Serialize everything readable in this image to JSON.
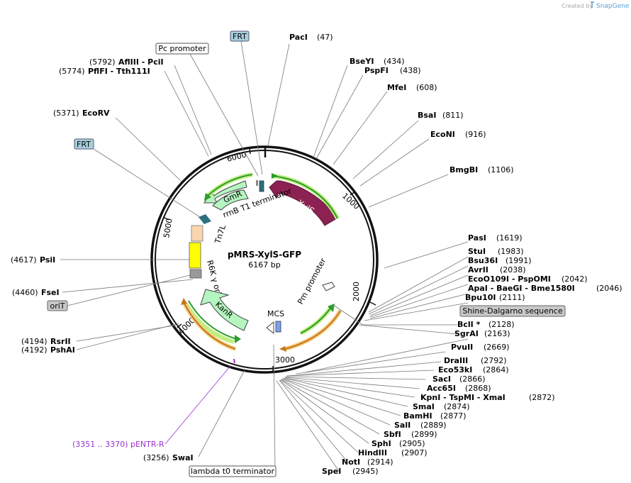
{
  "credit": {
    "text": "Created by",
    "brand": "SnapGene"
  },
  "plasmid": {
    "name": "pMRS-XylS-GFP",
    "size": "6167 bp"
  },
  "ticks": [
    "1000",
    "2000",
    "3000",
    "4000",
    "5000",
    "6000"
  ],
  "sites": [
    {
      "name": "PacI",
      "pos": "(47)"
    },
    {
      "name": "BseYI",
      "pos": "(434)"
    },
    {
      "name": "PspFI",
      "pos": "(438)"
    },
    {
      "name": "MfeI",
      "pos": "(608)"
    },
    {
      "name": "BsaI",
      "pos": "(811)"
    },
    {
      "name": "EcoNI",
      "pos": "(916)"
    },
    {
      "name": "BmgBI",
      "pos": "(1106)"
    },
    {
      "name": "PasI",
      "pos": "(1619)"
    },
    {
      "name": "StuI",
      "pos": "(1983)"
    },
    {
      "name": "Bsu36I",
      "pos": "(1991)"
    },
    {
      "name": "AvrII",
      "pos": "(2038)"
    },
    {
      "name": "EcoO109I - PspOMI",
      "pos": "(2042)"
    },
    {
      "name": "ApaI - BaeGI - Bme1580I",
      "pos": "(2046)"
    },
    {
      "name": "Bpu10I",
      "pos": "(2111)"
    },
    {
      "name": "BclI *",
      "pos": "(2128)"
    },
    {
      "name": "SgrAI",
      "pos": "(2163)"
    },
    {
      "name": "PvuII",
      "pos": "(2669)"
    },
    {
      "name": "DraIII",
      "pos": "(2792)"
    },
    {
      "name": "Eco53kI",
      "pos": "(2864)"
    },
    {
      "name": "SacI",
      "pos": "(2866)"
    },
    {
      "name": "Acc65I",
      "pos": "(2868)"
    },
    {
      "name": "KpnI - TspMI - XmaI",
      "pos": "(2872)"
    },
    {
      "name": "SmaI",
      "pos": "(2874)"
    },
    {
      "name": "BamHI",
      "pos": "(2877)"
    },
    {
      "name": "SalI",
      "pos": "(2889)"
    },
    {
      "name": "SbfI",
      "pos": "(2899)"
    },
    {
      "name": "SphI",
      "pos": "(2905)"
    },
    {
      "name": "HindIII",
      "pos": "(2907)"
    },
    {
      "name": "NotI",
      "pos": "(2914)"
    },
    {
      "name": "SpeI",
      "pos": "(2945)"
    },
    {
      "name": "SwaI",
      "pos": "(3256)"
    },
    {
      "name": "RsrII",
      "pos": "(4194)"
    },
    {
      "name": "PshAI",
      "pos": "(4192)"
    },
    {
      "name": "FseI",
      "pos": "(4460)"
    },
    {
      "name": "PsiI",
      "pos": "(4617)"
    },
    {
      "name": "EcoRV",
      "pos": "(5371)"
    },
    {
      "name": "PflFI - Tth111I",
      "pos": "(5774)"
    },
    {
      "name": "AflIII - PciI",
      "pos": "(5792)"
    }
  ],
  "features": {
    "frt_top": "FRT",
    "frt_left": "FRT",
    "pc_promoter": "Pc promoter",
    "orit": "oriT",
    "shine_dalgarno": "Shine-Dalgarno sequence",
    "lambda_t0": "lambda t0 terminator",
    "pentr_pos": "(3351 .. 3370)",
    "pentr_name": "pENTR-R"
  },
  "inner_labels": {
    "xyls": "XylS",
    "gmr": "GmR",
    "rrnb": "rrnB T1 terminator",
    "tn7l": "Tn7L",
    "r6k": "R6K γ ori",
    "kanr": "KanR",
    "mcs": "MCS",
    "pm_promoter": "Pm promoter"
  },
  "colors": {
    "xyls": "#8b2252",
    "gmr": "#b5f5c0",
    "kanr": "#b5f5c0",
    "ori": "#ffff00",
    "arrow_green": "#2e9b2e",
    "arrow_orange": "#c8741a",
    "pentr": "#9b30d0"
  }
}
